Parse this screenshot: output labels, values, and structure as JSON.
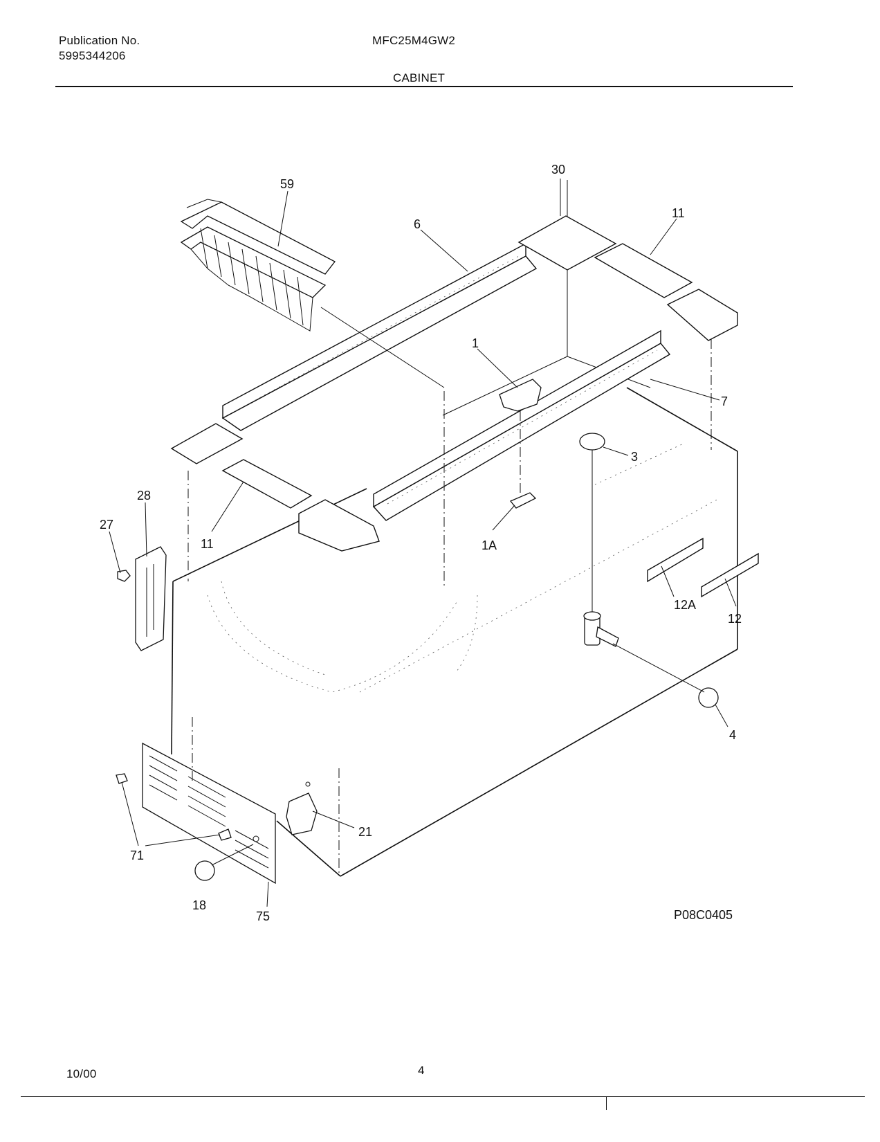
{
  "header": {
    "publication_label": "Publication No.",
    "publication_number": "5995344206",
    "model": "MFC25M4GW2",
    "section": "CABINET"
  },
  "footer": {
    "date": "10/00",
    "page": "4"
  },
  "diagram": {
    "drawing_id": "P08C0405",
    "callouts": {
      "c59": "59",
      "c30": "30",
      "c6": "6",
      "c11_top": "11",
      "c1": "1",
      "c7": "7",
      "c3": "3",
      "c28": "28",
      "c27": "27",
      "c11_left": "11",
      "c1A": "1A",
      "c12A": "12A",
      "c12": "12",
      "c4": "4",
      "c21": "21",
      "c71": "71",
      "c18": "18",
      "c75": "75"
    }
  }
}
